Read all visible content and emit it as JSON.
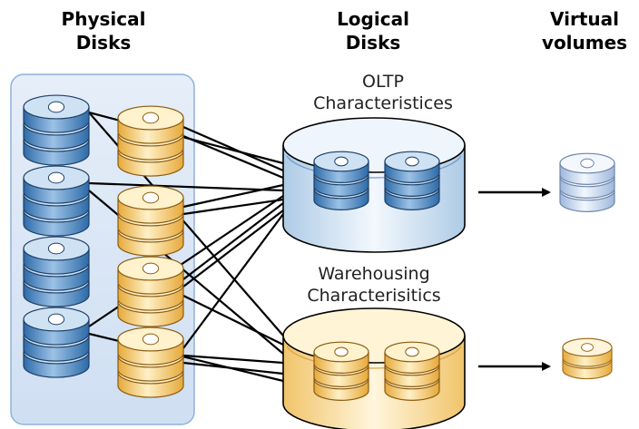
{
  "headers": {
    "physical": [
      "Physical",
      "Disks"
    ],
    "logical": [
      "Logical",
      "Disks"
    ],
    "virtual": [
      "Virtual",
      "volumes"
    ]
  },
  "logical_groups": {
    "oltp": [
      "OLTP",
      "Characteristices"
    ],
    "warehousing": [
      "Warehousing",
      "Characterisitics"
    ]
  },
  "colors": {
    "blue_disk": "#4a86c0",
    "orange_disk": "#f2c86a",
    "panel_fill": "#dbe7f6",
    "panel_stroke": "#8fb1d9",
    "oltp_cylinder": "#cfe3f3",
    "warehousing_cylinder": "#f8dea0"
  },
  "icons": {
    "physical_disk": "disk-stack-icon",
    "arrow": "arrow-right-icon",
    "virtual_volume": "disk-stack-icon"
  }
}
